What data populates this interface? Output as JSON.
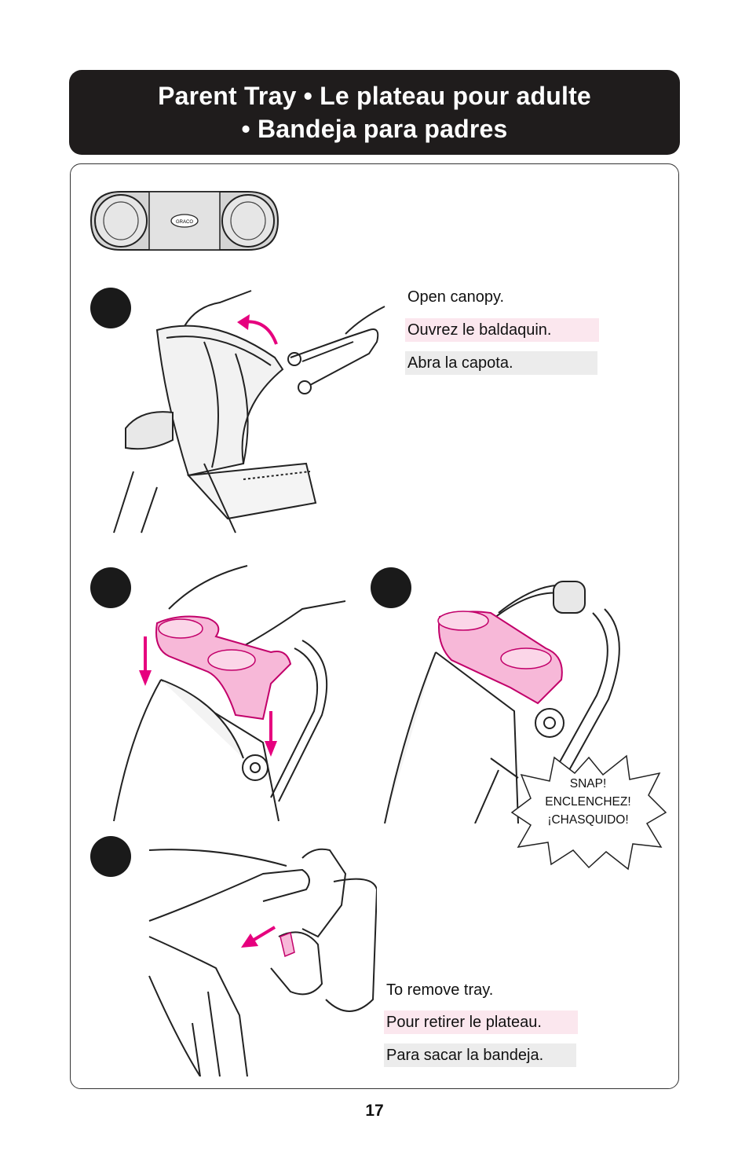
{
  "header": {
    "title_line1": "Parent Tray • Le plateau pour adulte",
    "title_line2": "• Bandeja para padres"
  },
  "illustrations": {
    "tray_overview": "parent-tray-top-view",
    "tray_brand_mark": "GRACO",
    "step1": "stroller-open-canopy",
    "step2": "tray-placed-on-handle",
    "step3": "tray-snapped-in",
    "step4": "tray-release-removal"
  },
  "step1": {
    "en": "Open canopy.",
    "fr": "Ouvrez le baldaquin.",
    "es": "Abra la capota."
  },
  "snap_callout": {
    "line1": "SNAP!",
    "line2": "ENCLENCHEZ!",
    "line3": "¡CHASQUIDO!"
  },
  "step4": {
    "en": "To remove tray.",
    "fr": "Pour retirer le plateau.",
    "es": "Para sacar la bandeja."
  },
  "page_number": "17",
  "colors": {
    "highlight_pink": "#e6007e",
    "french_bg": "#fbe7ee",
    "spanish_bg": "#ececec",
    "title_bg": "#1f1c1c"
  }
}
